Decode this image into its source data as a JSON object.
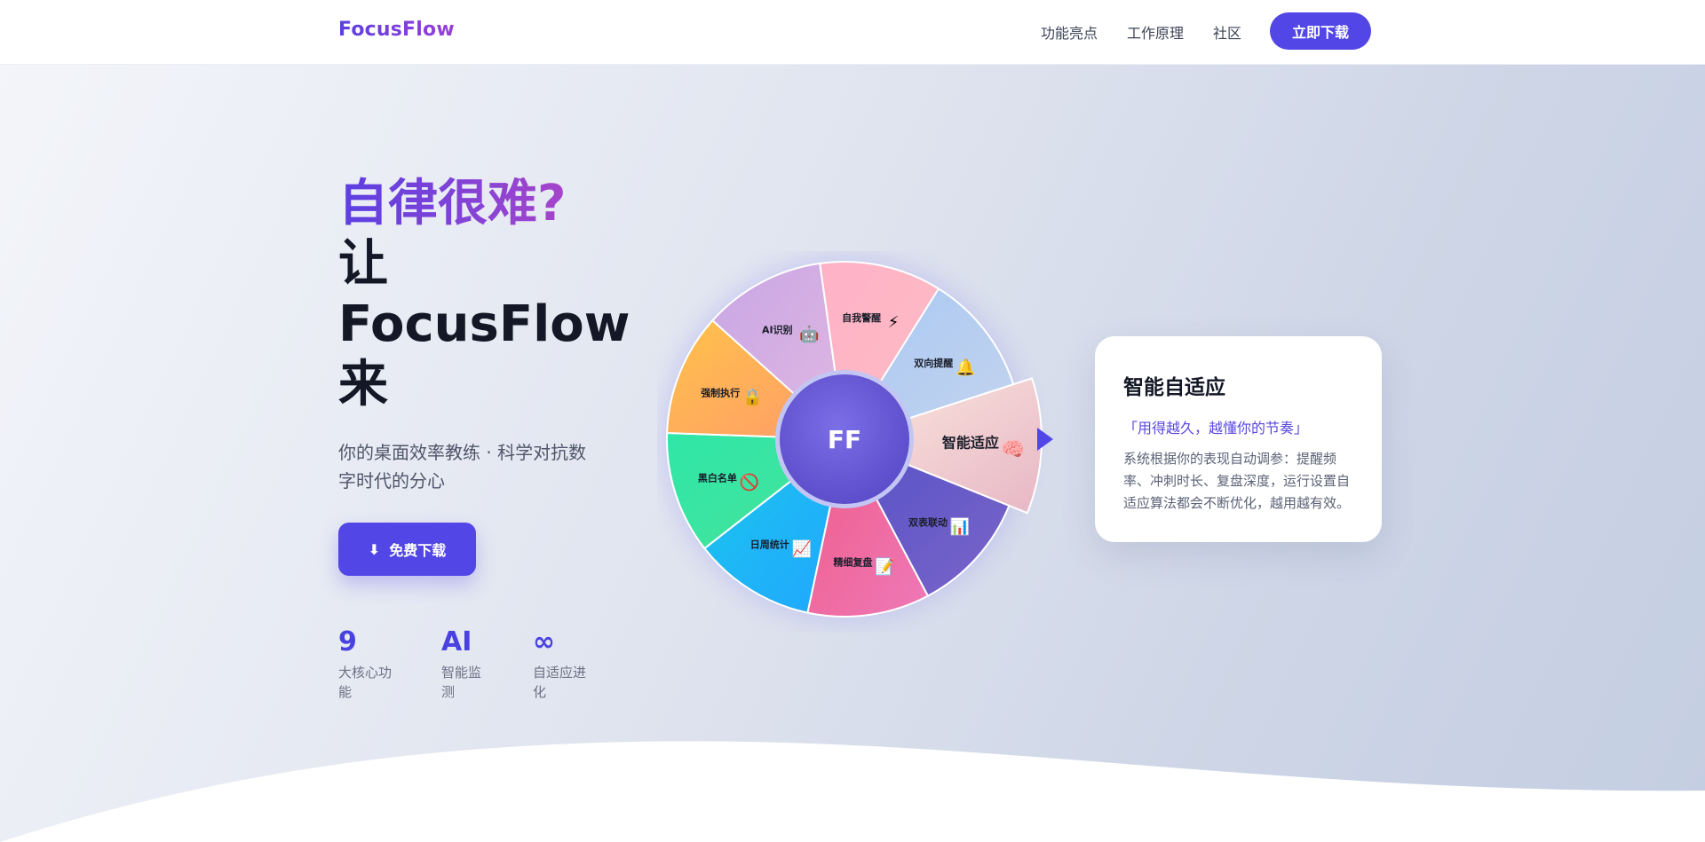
{
  "nav": {
    "logo": "FocusFlow",
    "links": [
      "功能亮点",
      "工作原理",
      "社区"
    ],
    "cta": "立即下载"
  },
  "hero": {
    "headline_gradient": "自律很难?",
    "headline_lines": [
      "让",
      "FocusFlow",
      "来"
    ],
    "subtitle": "你的桌面效率教练 · 科学对抗数字时代的分心",
    "download_icon": "⬇",
    "download_label": "免费下载",
    "stats": [
      {
        "value": "9",
        "label": "大核心功能"
      },
      {
        "value": "AI",
        "label": "智能监测"
      },
      {
        "value": "∞",
        "label": "自适应进化"
      }
    ]
  },
  "wheel": {
    "center": "FF",
    "selected_index": 2,
    "segments": [
      {
        "label": "自我警醒",
        "icon": "⚡",
        "icon_name": "lightning-icon",
        "color_a": "#ffb2c6",
        "color_b": "#fdbcc4"
      },
      {
        "label": "双向提醒",
        "icon": "🔔",
        "icon_name": "bell-icon",
        "color_a": "#a9c8f3",
        "color_b": "#c4d4ee"
      },
      {
        "label": "智能适应",
        "icon": "🧠",
        "icon_name": "brain-icon",
        "color_a": "#fbe7dd",
        "color_b": "#e7b7c6"
      },
      {
        "label": "双表联动",
        "icon": "📊",
        "icon_name": "bar-chart-icon",
        "color_a": "#5551c8",
        "color_b": "#7b65c8"
      },
      {
        "label": "精细复盘",
        "icon": "📝",
        "icon_name": "memo-icon",
        "color_a": "#f05c88",
        "color_b": "#ee79b8"
      },
      {
        "label": "日周统计",
        "icon": "📈",
        "icon_name": "line-chart-icon",
        "color_a": "#19c7ec",
        "color_b": "#22a6ff"
      },
      {
        "label": "黑白名单",
        "icon": "🚫",
        "icon_name": "prohibited-icon",
        "color_a": "#2fe6a8",
        "color_b": "#47e39a"
      },
      {
        "label": "强制执行",
        "icon": "🔒",
        "icon_name": "lock-icon",
        "color_a": "#ffc24a",
        "color_b": "#ff9a6a"
      },
      {
        "label": "AI识别",
        "icon": "🤖",
        "icon_name": "robot-icon",
        "color_a": "#c9a6e6",
        "color_b": "#e0b8e0"
      }
    ]
  },
  "card": {
    "title": "智能自适应",
    "quote": "「用得越久，越懂你的节奏」",
    "description": "系统根据你的表现自动调参：提醒频率、冲刺时长、复盘深度，运行设置自适应算法都会不断优化，越用越有效。"
  },
  "colors": {
    "brand": "#5246e6",
    "gradient_start": "#5a3fe3",
    "gradient_end": "#b847c4"
  }
}
